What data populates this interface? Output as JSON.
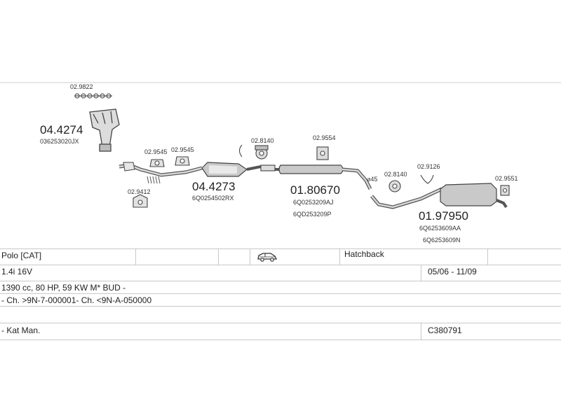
{
  "diagram": {
    "parts": [
      {
        "id": "clamp_top",
        "number": "02.9822"
      },
      {
        "id": "manifold",
        "number": "04.4274",
        "oem": "036253020JX"
      },
      {
        "id": "gasket_a",
        "number": "02.9545"
      },
      {
        "id": "gasket_b",
        "number": "02.9545"
      },
      {
        "id": "gasket_c",
        "number": "02.9412"
      },
      {
        "id": "catalyst",
        "number": "04.4273",
        "oem": "6Q0254502RX"
      },
      {
        "id": "hanger_a",
        "number": "02.8140"
      },
      {
        "id": "hanger_b",
        "number": "02.9554"
      },
      {
        "id": "middle",
        "number": "01.80670",
        "oem": "6Q0253209AJ",
        "oem2": "6QD253209P"
      },
      {
        "id": "diameter",
        "number": "⌀45"
      },
      {
        "id": "hanger_c",
        "number": "02.8140"
      },
      {
        "id": "hanger_d",
        "number": "02.9126"
      },
      {
        "id": "hanger_e",
        "number": "02.9551"
      },
      {
        "id": "rear",
        "number": "01.97950",
        "oem": "6Q6253609AA",
        "oem2": "6Q6253609N"
      }
    ]
  },
  "vehicle": {
    "model": "Polo  [CAT]",
    "body_icon": "car-icon",
    "body_type": "Hatchback",
    "engine": "1.4i 16V",
    "period": "05/06 - 11/09",
    "specs": "1390 cc, 80 HP, 59 KW M* BUD -",
    "chassis": "- Ch. >9N-7-000001- Ch. <9N-A-050000",
    "note": "- Kat Man.",
    "code": "C380791"
  }
}
